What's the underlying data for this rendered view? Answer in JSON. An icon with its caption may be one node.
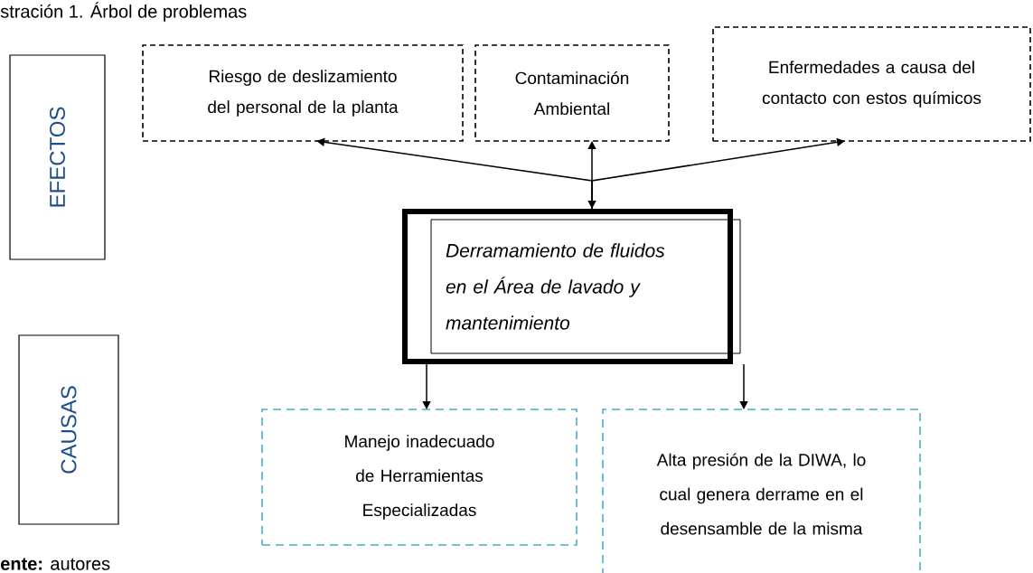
{
  "diagram": {
    "title": "stración 1. Árbol de problemas",
    "caption": "**ente:** autores",
    "nodes": [
      {
        "text": [
          "EFECTOS"
        ]
      },
      {
        "text": [
          "Riesgo de deslizamiento del personal de la planta"
        ]
      },
      {
        "text": [
          "Contaminación Ambiental"
        ]
      },
      {
        "text": [
          "Enfermedades a causa del contacto con estos químicos"
        ]
      },
      {
        "text": [
          "Derramamiento de fluidos en el Área de lavado y mantenimiento"
        ]
      },
      {
        "text": [
          "CAUSAS"
        ]
      },
      {
        "text": [
          "Manejo inadecuado de Herramientas Especializadas"
        ]
      },
      {
        "text": [
          "Alta presión de la DIWA, lo cual genera derrame en el desensamble de la misma"
        ]
      }
    ],
    "edges": [
      {
        "from": 4,
        "to": 1,
        "arrow": "to"
      },
      {
        "from": 4,
        "to": 2,
        "arrow": "both"
      },
      {
        "from": 4,
        "to": 3,
        "arrow": "to"
      },
      {
        "from": 4,
        "to": 6,
        "arrow": "to"
      },
      {
        "from": 4,
        "to": 7,
        "arrow": "to"
      }
    ]
  }
}
